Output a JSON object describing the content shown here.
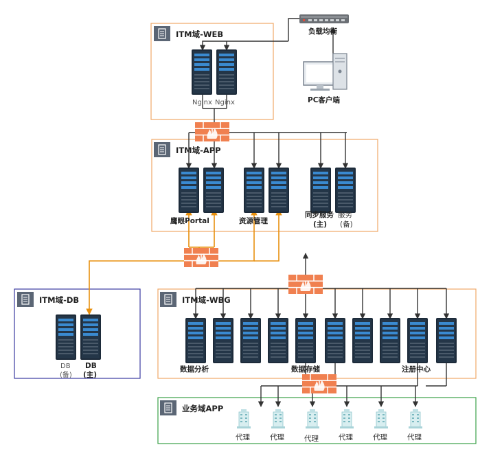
{
  "zones": {
    "web": {
      "title": "ITM域-WEB",
      "color": "#f0a868"
    },
    "app": {
      "title": "ITM域-APP",
      "color": "#f0a868"
    },
    "db": {
      "title": "ITM域-DB",
      "color": "#3a3aa0"
    },
    "wbg": {
      "title": "ITM域-WBG",
      "color": "#f0a868"
    },
    "biz": {
      "title": "业务域APP",
      "color": "#3aa048"
    }
  },
  "loadBalancer": {
    "label": "负载均衡"
  },
  "pcClient": {
    "label": "PC客户端"
  },
  "web": {
    "server1": "Nginx",
    "server2": "Nginx"
  },
  "app": {
    "eagle": "鹰眼Portal",
    "resource": "资源管理",
    "syncMain": "同步服务",
    "syncMainTag": "(主)",
    "syncBackup": "服务",
    "syncBackupTag": "(备)"
  },
  "db": {
    "backup": "DB",
    "backupTag": "(备)",
    "main": "DB",
    "mainTag": "(主)"
  },
  "wbg": {
    "analysis": "数据分析",
    "storage": "数据存储",
    "registry": "注册中心"
  },
  "agents": [
    "代理",
    "代理",
    "代理",
    "代理",
    "代理",
    "代理"
  ],
  "colors": {
    "line": "#333333",
    "orange": "#e8900e",
    "firewall": "#f08050",
    "server": "#1d2b3a"
  }
}
